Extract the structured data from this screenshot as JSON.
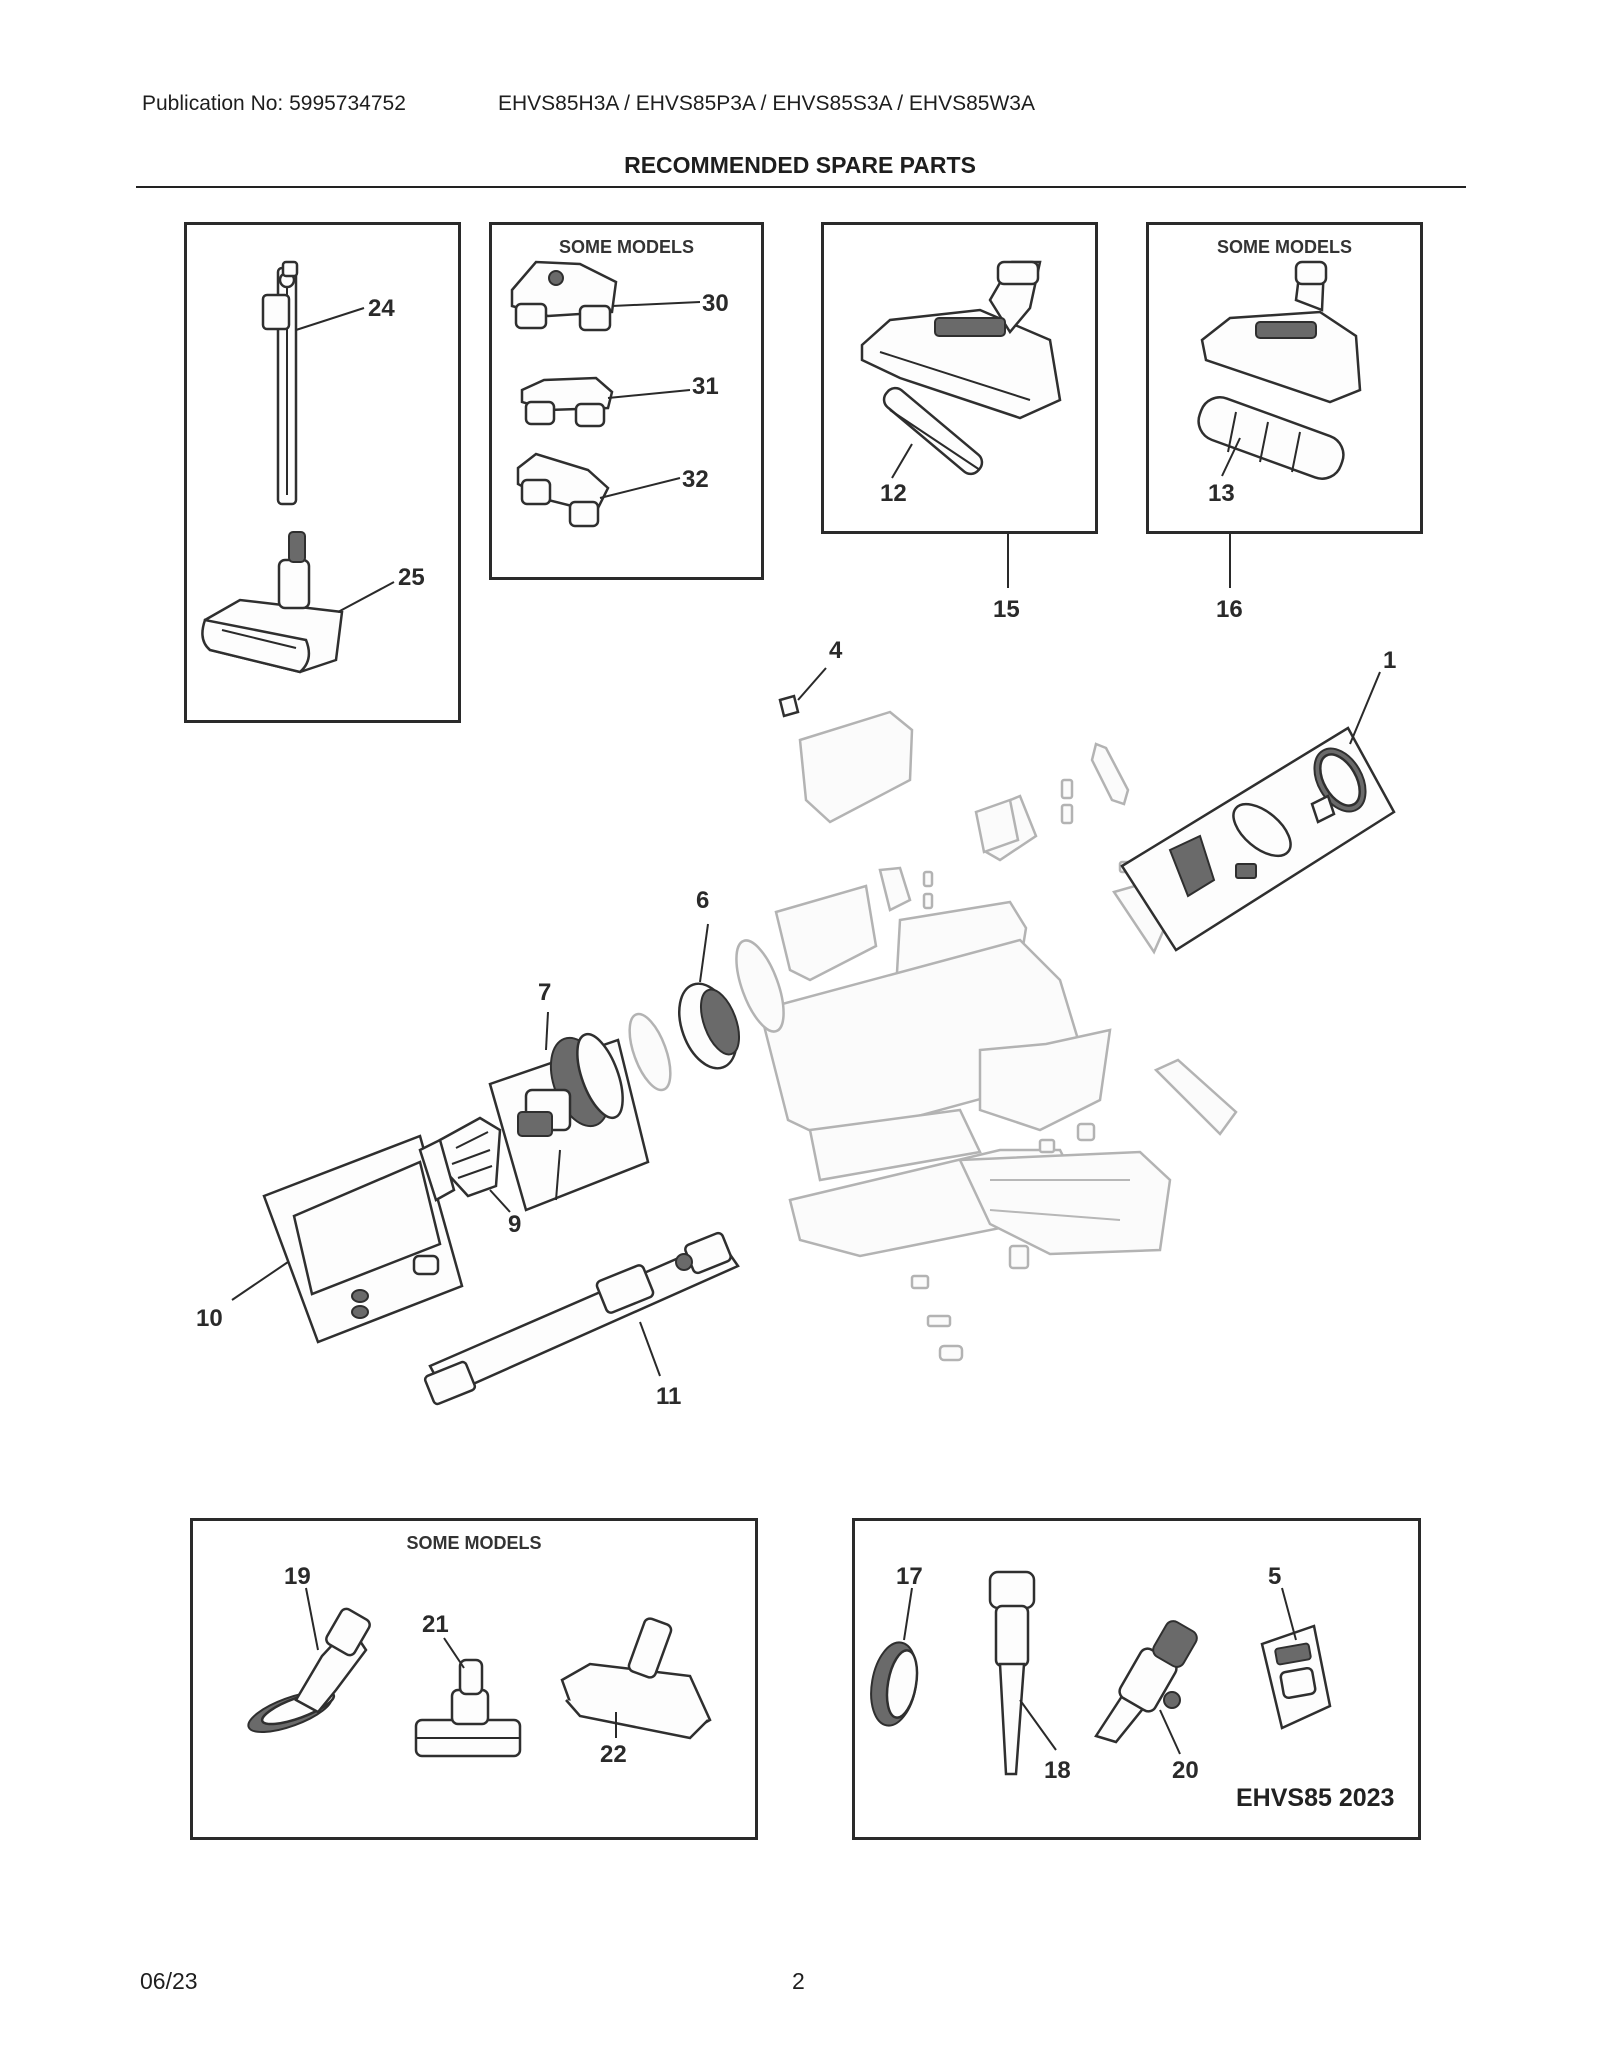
{
  "header": {
    "publication": "Publication No: 5995734752",
    "models": "EHVS85H3A / EHVS85P3A / EHVS85S3A / EHVS85W3A",
    "title": "RECOMMENDED SPARE PARTS"
  },
  "boxes": {
    "some_models_1": "SOME MODELS",
    "some_models_2": "SOME MODELS",
    "some_models_3": "SOME MODELS"
  },
  "callouts": {
    "p1": "1",
    "p4": "4",
    "p5": "5",
    "p6": "6",
    "p7": "7",
    "p9": "9",
    "p10": "10",
    "p11": "11",
    "p12": "12",
    "p13": "13",
    "p15": "15",
    "p16": "16",
    "p17": "17",
    "p18": "18",
    "p19": "19",
    "p20": "20",
    "p21": "21",
    "p22": "22",
    "p24": "24",
    "p25": "25",
    "p30": "30",
    "p31": "31",
    "p32": "32"
  },
  "model_tag": "EHVS85 2023",
  "footer": {
    "date": "06/23",
    "page": "2"
  }
}
